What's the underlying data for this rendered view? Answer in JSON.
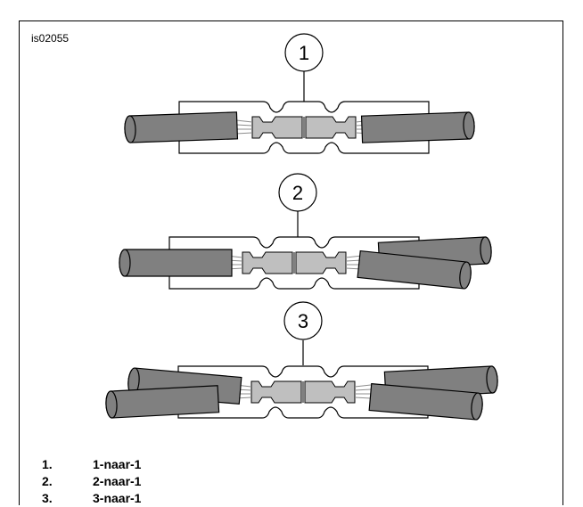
{
  "figure": {
    "id": "is02055"
  },
  "callouts": [
    {
      "number": "1"
    },
    {
      "number": "2"
    },
    {
      "number": "3"
    }
  ],
  "legend": [
    {
      "number": "1.",
      "text": "1-naar-1"
    },
    {
      "number": "2.",
      "text": "2-naar-1"
    },
    {
      "number": "3.",
      "text": "3-naar-1"
    }
  ],
  "colors": {
    "wire_fill": "#808080",
    "connector_fill": "#bfbfbf",
    "outline": "#000000",
    "strands": "#999999"
  }
}
